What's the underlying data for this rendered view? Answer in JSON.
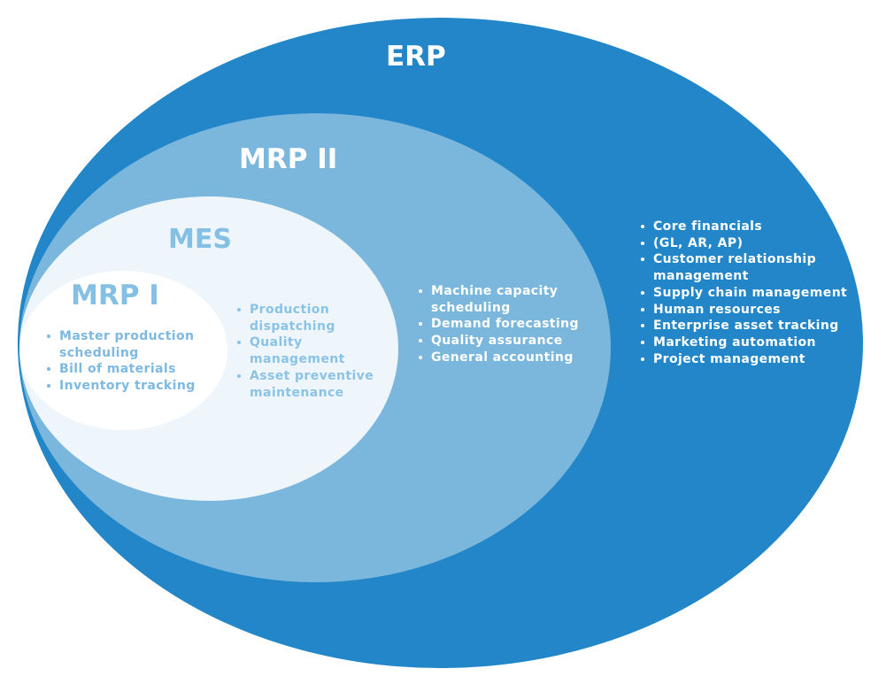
{
  "diagram": {
    "erp": {
      "title": "ERP",
      "items": [
        "Core financials",
        "(GL, AR, AP)",
        "Customer relationship management",
        "Supply chain management",
        "Human resources",
        "Enterprise asset tracking",
        "Marketing automation",
        "Project management"
      ],
      "color": "#2286c8"
    },
    "mrp2": {
      "title": "MRP II",
      "items": [
        "Machine capacity scheduling",
        "Demand forecasting",
        "Quality assurance",
        "General accounting"
      ],
      "color": "#7bb7dd"
    },
    "mes": {
      "title": "MES",
      "items": [
        "Production dispatching",
        "Quality management",
        "Asset preventive maintenance"
      ],
      "color": "#eef6fc"
    },
    "mrp1": {
      "title": "MRP I",
      "items": [
        "Master production scheduling",
        "Bill of materials",
        "Inventory tracking"
      ],
      "color": "#ffffff"
    }
  }
}
